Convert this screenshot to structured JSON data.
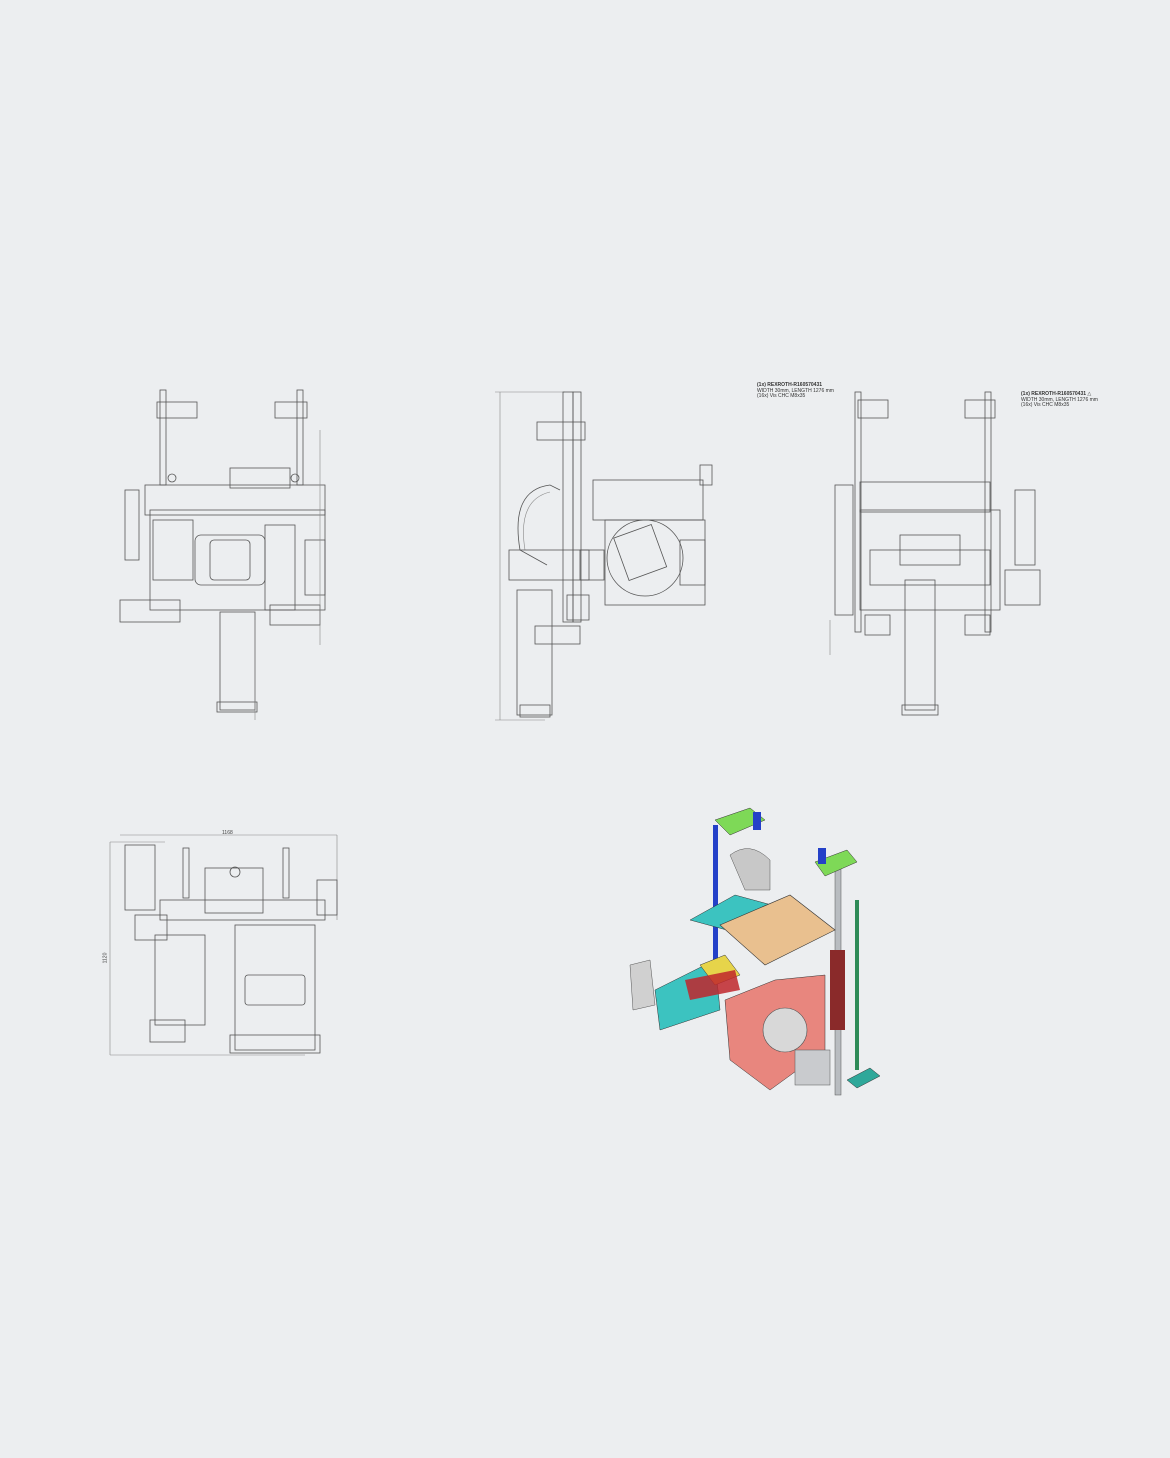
{
  "annotations": {
    "left_note": {
      "line1": "(1x) REXROTH-R160570431",
      "line2": "WIDTH 30mm, LENGTH 1276 mm",
      "line3": "(16x) Vis CHC M8x35"
    },
    "right_note": {
      "line1": "(1x) REXROTH-R160570431",
      "line2": "WIDTH 30mm, LENGTH 1276 mm",
      "line3": "(16x) Vis CHC M8x35"
    }
  },
  "dimensions": {
    "top_view_width": "1168",
    "top_view_height": "1120"
  },
  "colors": {
    "background": "#eceef0",
    "line": "#555555",
    "teal": "#3cc3c0",
    "salmon": "#e8867e",
    "tan": "#e9c08f",
    "green": "#7ed957",
    "yellow": "#e6d44a",
    "darkred": "#8a2a2a",
    "blue": "#2440c8"
  }
}
